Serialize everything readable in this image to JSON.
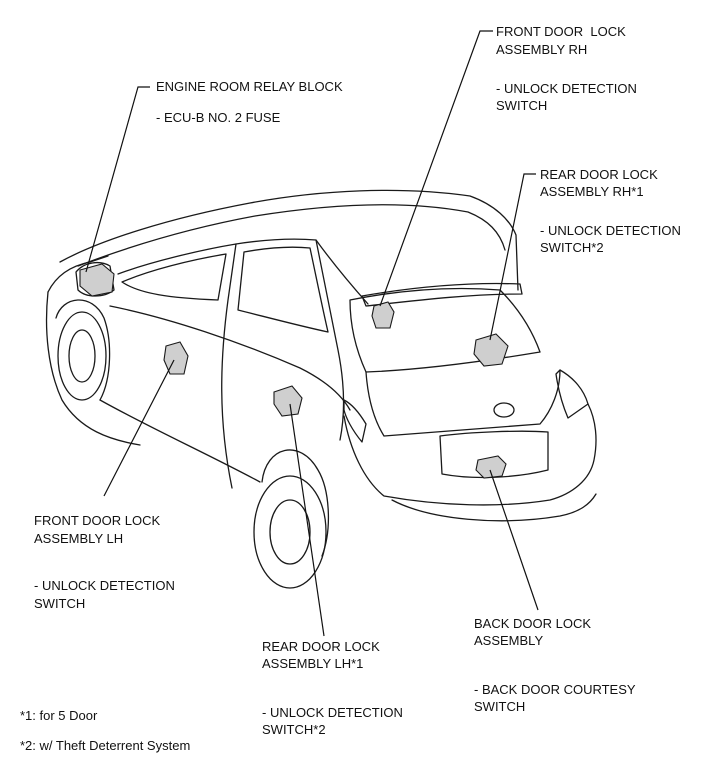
{
  "callouts": {
    "engine_room": {
      "title": "ENGINE ROOM RELAY BLOCK",
      "item": "- ECU-B NO. 2 FUSE"
    },
    "front_rh": {
      "title_line1": "FRONT DOOR  LOCK",
      "title_line2": "ASSEMBLY RH",
      "item_line1": "- UNLOCK DETECTION",
      "item_line2": "SWITCH"
    },
    "rear_rh": {
      "title_line1": "REAR DOOR LOCK",
      "title_line2": "ASSEMBLY RH*1",
      "item_line1": "- UNLOCK DETECTION",
      "item_line2": "SWITCH*2"
    },
    "front_lh": {
      "title_line1": "FRONT DOOR LOCK",
      "title_line2": "ASSEMBLY LH",
      "item_line1": "- UNLOCK DETECTION",
      "item_line2": "SWITCH"
    },
    "rear_lh": {
      "title_line1": "REAR DOOR LOCK",
      "title_line2": "ASSEMBLY LH*1",
      "item_line1": "- UNLOCK DETECTION",
      "item_line2": "SWITCH*2"
    },
    "back_door": {
      "title_line1": "BACK DOOR LOCK",
      "title_line2": "ASSEMBLY",
      "item_line1": "- BACK DOOR COURTESY",
      "item_line2": "SWITCH"
    }
  },
  "notes": {
    "note1": "*1: for 5 Door",
    "note2": "*2: w/ Theft Deterrent System"
  }
}
